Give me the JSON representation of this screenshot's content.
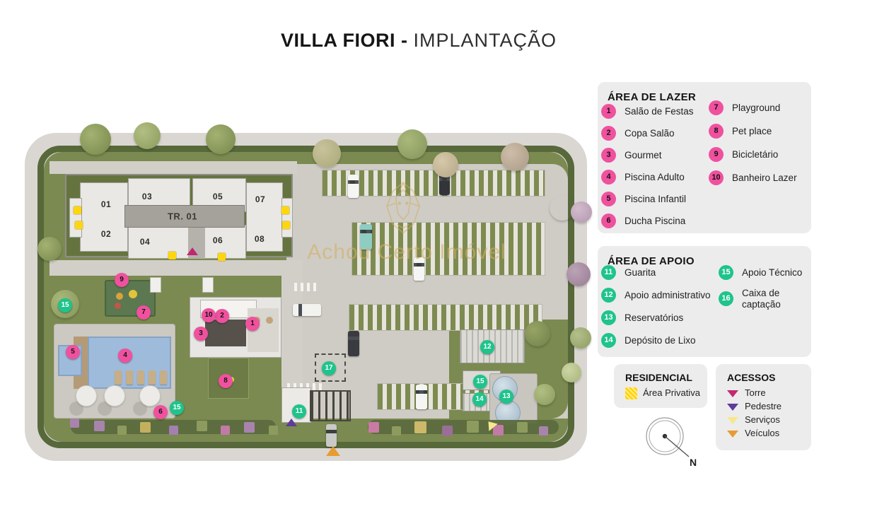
{
  "title": {
    "brand": "VILLA FIORI",
    "separator": "-",
    "suffix": "IMPLANTAÇÃO"
  },
  "watermark": {
    "text": "Achou Certo Imóvel"
  },
  "colors": {
    "lazer_pink": "#F0519E",
    "apoio_green": "#1EC48B",
    "privativa_yellow": "#FFD60D",
    "torre": "#C02970",
    "pedestre": "#5D3C9B",
    "servicos": "#F5E88D",
    "veiculos": "#E89B33"
  },
  "legend_lazer": {
    "title": "ÁREA DE LAZER",
    "left_items": [
      {
        "num": "1",
        "label": "Salão de Festas"
      },
      {
        "num": "2",
        "label": "Copa Salão"
      },
      {
        "num": "3",
        "label": "Gourmet"
      },
      {
        "num": "4",
        "label": "Piscina Adulto"
      },
      {
        "num": "5",
        "label": "Piscina Infantil"
      },
      {
        "num": "6",
        "label": "Ducha Piscina"
      }
    ],
    "right_items": [
      {
        "num": "7",
        "label": "Playground"
      },
      {
        "num": "8",
        "label": "Pet place"
      },
      {
        "num": "9",
        "label": "Bicicletário"
      },
      {
        "num": "10",
        "label": "Banheiro Lazer"
      }
    ]
  },
  "legend_apoio": {
    "title": "ÁREA DE APOIO",
    "left_items": [
      {
        "num": "11",
        "label": "Guarita"
      },
      {
        "num": "12",
        "label": "Apoio administrativo"
      },
      {
        "num": "13",
        "label": "Reservatórios"
      },
      {
        "num": "14",
        "label": "Depósito de Lixo"
      }
    ],
    "right_items": [
      {
        "num": "15",
        "label": "Apoio Técnico"
      },
      {
        "num": "16",
        "label": "Caixa de captação"
      }
    ]
  },
  "legend_residencial": {
    "title": "RESIDENCIAL",
    "item_label": "Área Privativa"
  },
  "legend_acessos": {
    "title": "ACESSOS",
    "items": [
      {
        "label": "Torre"
      },
      {
        "label": "Pedestre"
      },
      {
        "label": "Serviços"
      },
      {
        "label": "Veículos"
      }
    ]
  },
  "compass": {
    "north_label": "N"
  },
  "map": {
    "tower_label": "TR. 01",
    "unit_labels": [
      "01",
      "02",
      "03",
      "04",
      "05",
      "06",
      "07",
      "08"
    ],
    "markers": [
      {
        "num": "1",
        "type": "lazer"
      },
      {
        "num": "2",
        "type": "lazer"
      },
      {
        "num": "3",
        "type": "lazer"
      },
      {
        "num": "4",
        "type": "lazer"
      },
      {
        "num": "5",
        "type": "lazer"
      },
      {
        "num": "6",
        "type": "lazer"
      },
      {
        "num": "7",
        "type": "lazer"
      },
      {
        "num": "8",
        "type": "lazer"
      },
      {
        "num": "9",
        "type": "lazer"
      },
      {
        "num": "10",
        "type": "lazer"
      },
      {
        "num": "11",
        "type": "apoio"
      },
      {
        "num": "12",
        "type": "apoio"
      },
      {
        "num": "13",
        "type": "apoio"
      },
      {
        "num": "14",
        "type": "apoio"
      },
      {
        "num": "15",
        "type": "apoio"
      },
      {
        "num": "15",
        "type": "apoio"
      },
      {
        "num": "15",
        "type": "apoio"
      },
      {
        "num": "17",
        "type": "apoio"
      }
    ]
  }
}
